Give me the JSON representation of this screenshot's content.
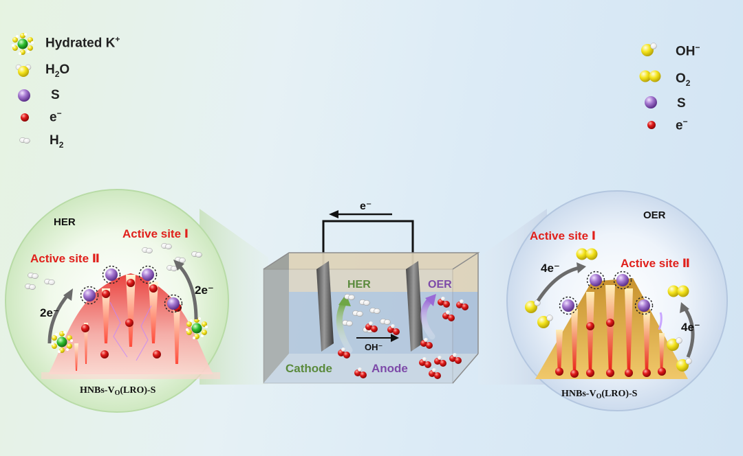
{
  "legend_left": [
    {
      "icon": "hydrated-k-icon",
      "label": "Hydrated K",
      "sup": "+"
    },
    {
      "icon": "water-molecule-icon",
      "label": "H",
      "sub": "2",
      "suffix": "O"
    },
    {
      "icon": "sulfur-atom-icon",
      "label": "S"
    },
    {
      "icon": "electron-icon",
      "label": "e",
      "sup": "−"
    },
    {
      "icon": "hydrogen-molecule-icon",
      "label": "H",
      "sub": "2"
    }
  ],
  "legend_right": [
    {
      "icon": "hydroxide-icon",
      "label": "OH",
      "sup": "−"
    },
    {
      "icon": "oxygen-molecule-icon",
      "label": "O",
      "sub": "2"
    },
    {
      "icon": "sulfur-atom-icon",
      "label": "S"
    },
    {
      "icon": "electron-icon",
      "label": "e",
      "sup": "−"
    }
  ],
  "her_panel": {
    "title": "HER",
    "active_site_1": "Active site Ⅰ",
    "active_site_2": "Active site Ⅱ",
    "electrons_left": "2e⁻",
    "electrons_right": "2e⁻",
    "material_prefix": "HNBs-V",
    "material_sub": "O",
    "material_suffix": "(LRO)-S"
  },
  "oer_panel": {
    "title": "OER",
    "active_site_1": "Active site Ⅰ",
    "active_site_2": "Active site Ⅱ",
    "electrons_left": "4e⁻",
    "electrons_right": "4e⁻",
    "material_prefix": "HNBs-V",
    "material_sub": "O",
    "material_suffix": "(LRO)-S"
  },
  "cell": {
    "electron_flow": "e⁻",
    "her_label": "HER",
    "oer_label": "OER",
    "ion_flow": "OH⁻",
    "cathode": "Cathode",
    "anode": "Anode"
  },
  "colors": {
    "red_text": "#e0201b",
    "green_text": "#5a8a3c",
    "purple_text": "#7d4aa8",
    "sulfur": "#9a66c9",
    "electron": "#d41414",
    "yellow": "#f0e020",
    "k_ion": "#2fbf2f"
  }
}
